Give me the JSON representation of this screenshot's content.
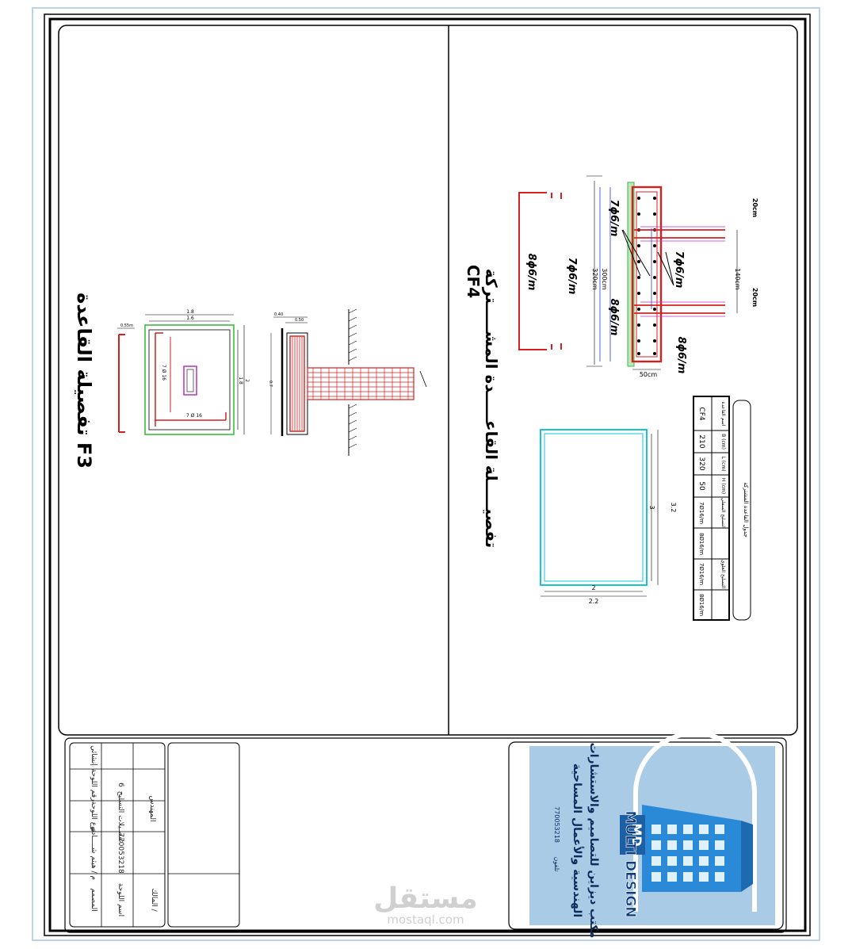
{
  "left_panel": {
    "title": "تفصيلة القاعدة F3",
    "dims": {
      "d1": "1.8",
      "d2": "1.6",
      "d3": "1.8",
      "d4": "2"
    },
    "rebar_a": "7 Ø 16",
    "rebar_b": "7 Ø 16",
    "bar_len": "0.55m",
    "section_dims": {
      "a": "0.40",
      "b": "0.50"
    },
    "side_dim": "0.7"
  },
  "right_panel": {
    "title": "تفصيـــــلة القاعـــــدة المشـــــتركة",
    "code": "CF4",
    "rebar_labels": [
      "7ϕ6/m",
      "7ϕ6/m",
      "8ϕ6/m",
      "8ϕ6/m",
      "8ϕ6/m",
      "7ϕ6/m"
    ],
    "dims": {
      "d300": "300cm",
      "d320": "320cm",
      "d50": "50cm",
      "d140": "140cm",
      "d20a": "20cm",
      "d20b": "20cm"
    },
    "plan_dims": {
      "w1": "3",
      "w2": "3.2",
      "h1": "2",
      "h2": "2.2"
    },
    "table": {
      "title": "جدول القاعدة المشتركة",
      "headers": [
        "اسم القاعدة",
        "B (cm)",
        "L (cm)",
        "H (cm)",
        "التسليح السفلي",
        "",
        "التسليح العلوي",
        ""
      ],
      "row": [
        "CF4",
        "210",
        "320",
        "50",
        "7Ø16/m",
        "8Ø16/m",
        "7Ø16/m",
        "8Ø16/m"
      ]
    }
  },
  "title_block": {
    "owner": "المالك /",
    "engineer": "المهندس",
    "designer_label": "المصمم",
    "designer_name": "م / هيثم شـــــادي",
    "phone": "770053218",
    "sheet_no_label": "رقم اللوحة",
    "sheet_no": "6",
    "sheet_type_label": "نوع اللوحة",
    "sheet_type": "تفصـيلات التسليح",
    "sheet_name_label": "اسم اللوحة",
    "sheet_name": "إنشائي"
  },
  "logo": {
    "brand": "MULTI DESIGN",
    "monogram": "MD",
    "line1": "مكتب ديزاين للتصاميم والاستشارات",
    "line2": "الهندسية والأعمال المساحية",
    "phone": "770053218",
    "phone_label": "تلفون"
  },
  "watermark": {
    "arabic": "مستقل",
    "latin": "mostaql.com"
  },
  "colors": {
    "rebar_red": "#d62020",
    "stirrup_green": "#3dbb3d",
    "dim_blue": "#2a3fd6",
    "cyan_plan": "#19c3dd",
    "magenta": "#c02fc0",
    "logo_blue": "#2a8ad8",
    "logo_bg": "#a9cbe6"
  }
}
